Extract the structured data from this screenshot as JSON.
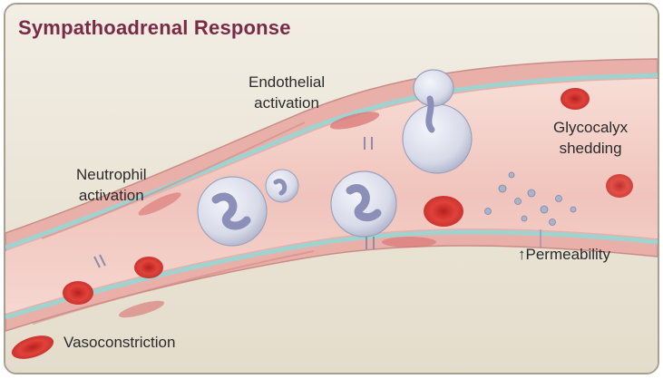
{
  "title": "Sympathoadrenal Response",
  "labels": {
    "endothelial": [
      "Endothelial",
      "activation"
    ],
    "neutrophil": [
      "Neutrophil",
      "activation"
    ],
    "glycocalyx": [
      "Glycocalyx",
      "shedding"
    ],
    "permeability": "Permeability",
    "permeability_arrow": "↑",
    "vasoconstriction": "Vasoconstriction"
  },
  "colors": {
    "title": "#7a2a47",
    "vessel_wall": "#e7a9a4",
    "lumen": "#f3cfc8",
    "endothelium": "#9fd3cf",
    "rbc": "#d8322e",
    "leukocyte": "#d7dbe8",
    "nucleus": "#8c8fb8"
  }
}
